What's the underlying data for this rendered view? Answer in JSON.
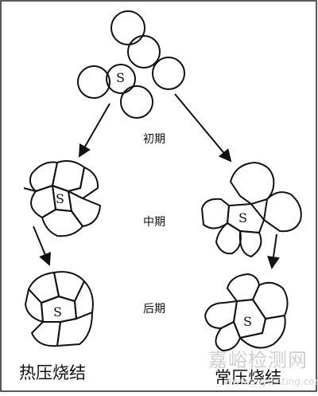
{
  "center_label": "S",
  "stages": {
    "initial": "初期",
    "middle": "中期",
    "late": "后期"
  },
  "labels": {
    "hot": "热压烧结",
    "normal": "常压烧结"
  },
  "watermark": {
    "text": "嘉峪检测网",
    "url": "www.anytesting.com"
  },
  "colors": {
    "line": "#111111",
    "background": "#ffffff",
    "watermark": "#cfcfcf"
  }
}
